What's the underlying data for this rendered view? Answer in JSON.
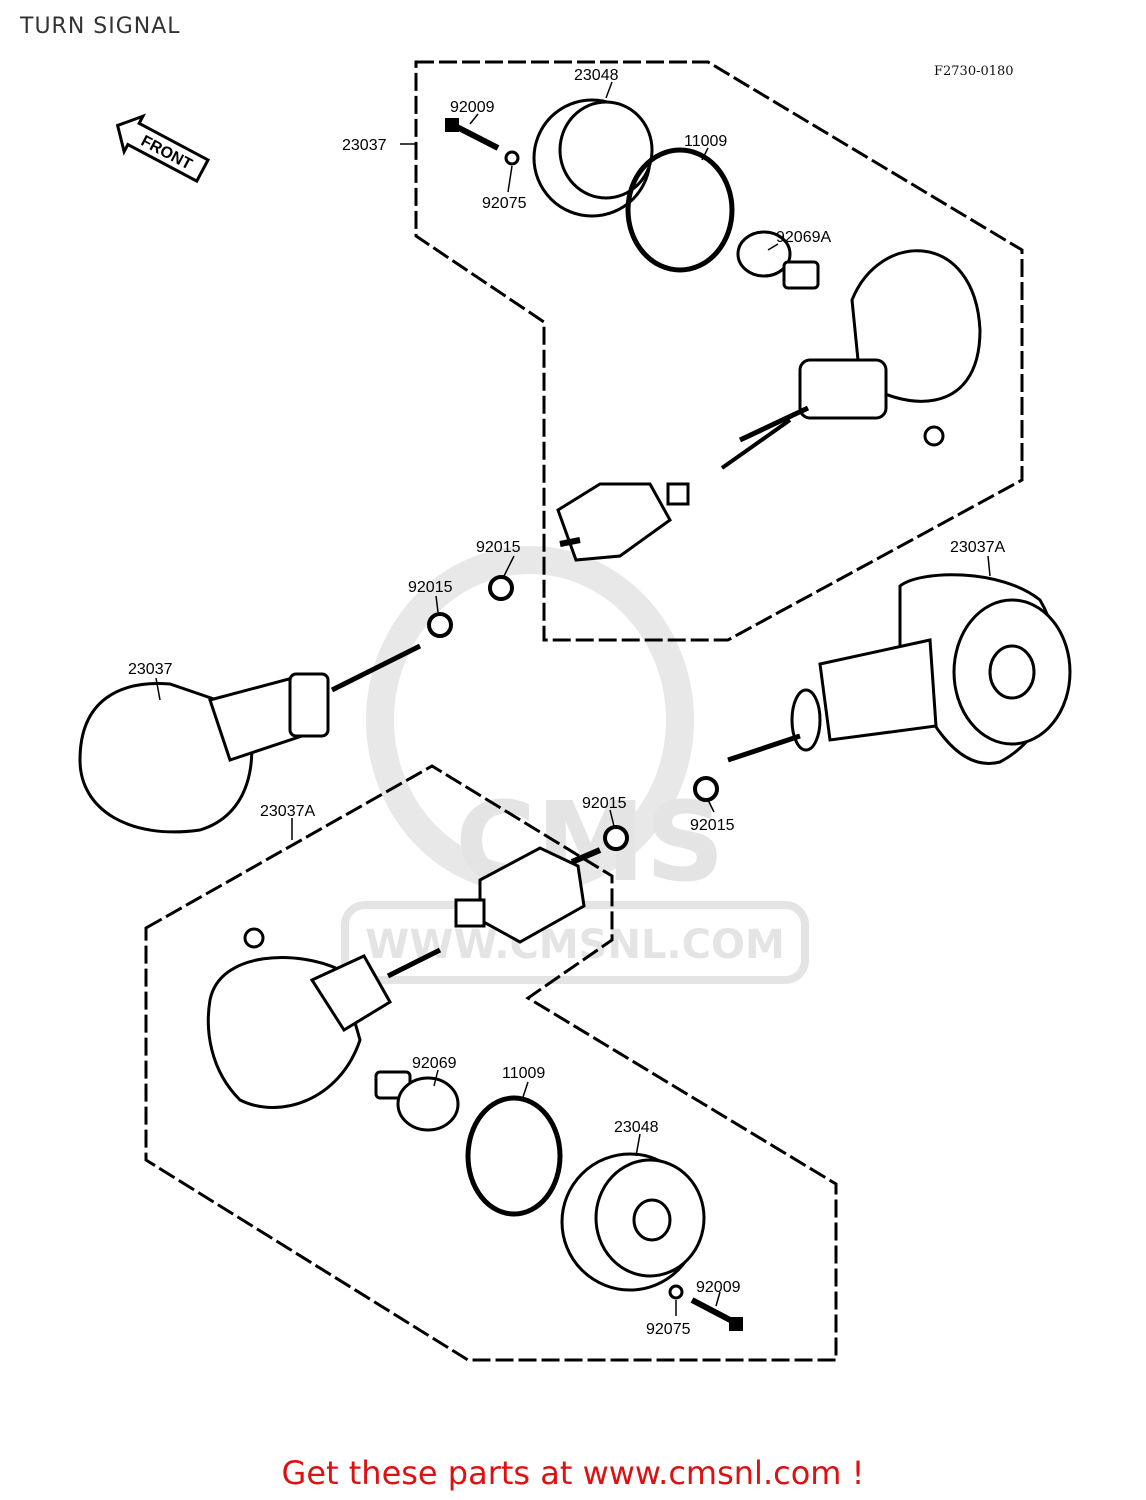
{
  "title": "TURN SIGNAL",
  "diagram_code": "F2730-0180",
  "front_arrow_label": "FRONT",
  "watermark": {
    "logo": "CMS",
    "url": "WWW.CMSNL.COM"
  },
  "labels": {
    "l23048_top": "23048",
    "l92009_top": "92009",
    "l23037_top": "23037",
    "l92075_top": "92075",
    "l11009_top": "11009",
    "l92069a": "92069A",
    "l92015_a": "92015",
    "l92015_b": "92015",
    "l23037a_right": "23037A",
    "l23037_left": "23037",
    "l23037a_bottom": "23037A",
    "l92015_c": "92015",
    "l92015_d": "92015",
    "l92069": "92069",
    "l11009_bottom": "11009",
    "l23048_bottom": "23048",
    "l92009_bottom": "92009",
    "l92075_bottom": "92075"
  },
  "footer": "Get these parts at www.cmsnl.com !"
}
